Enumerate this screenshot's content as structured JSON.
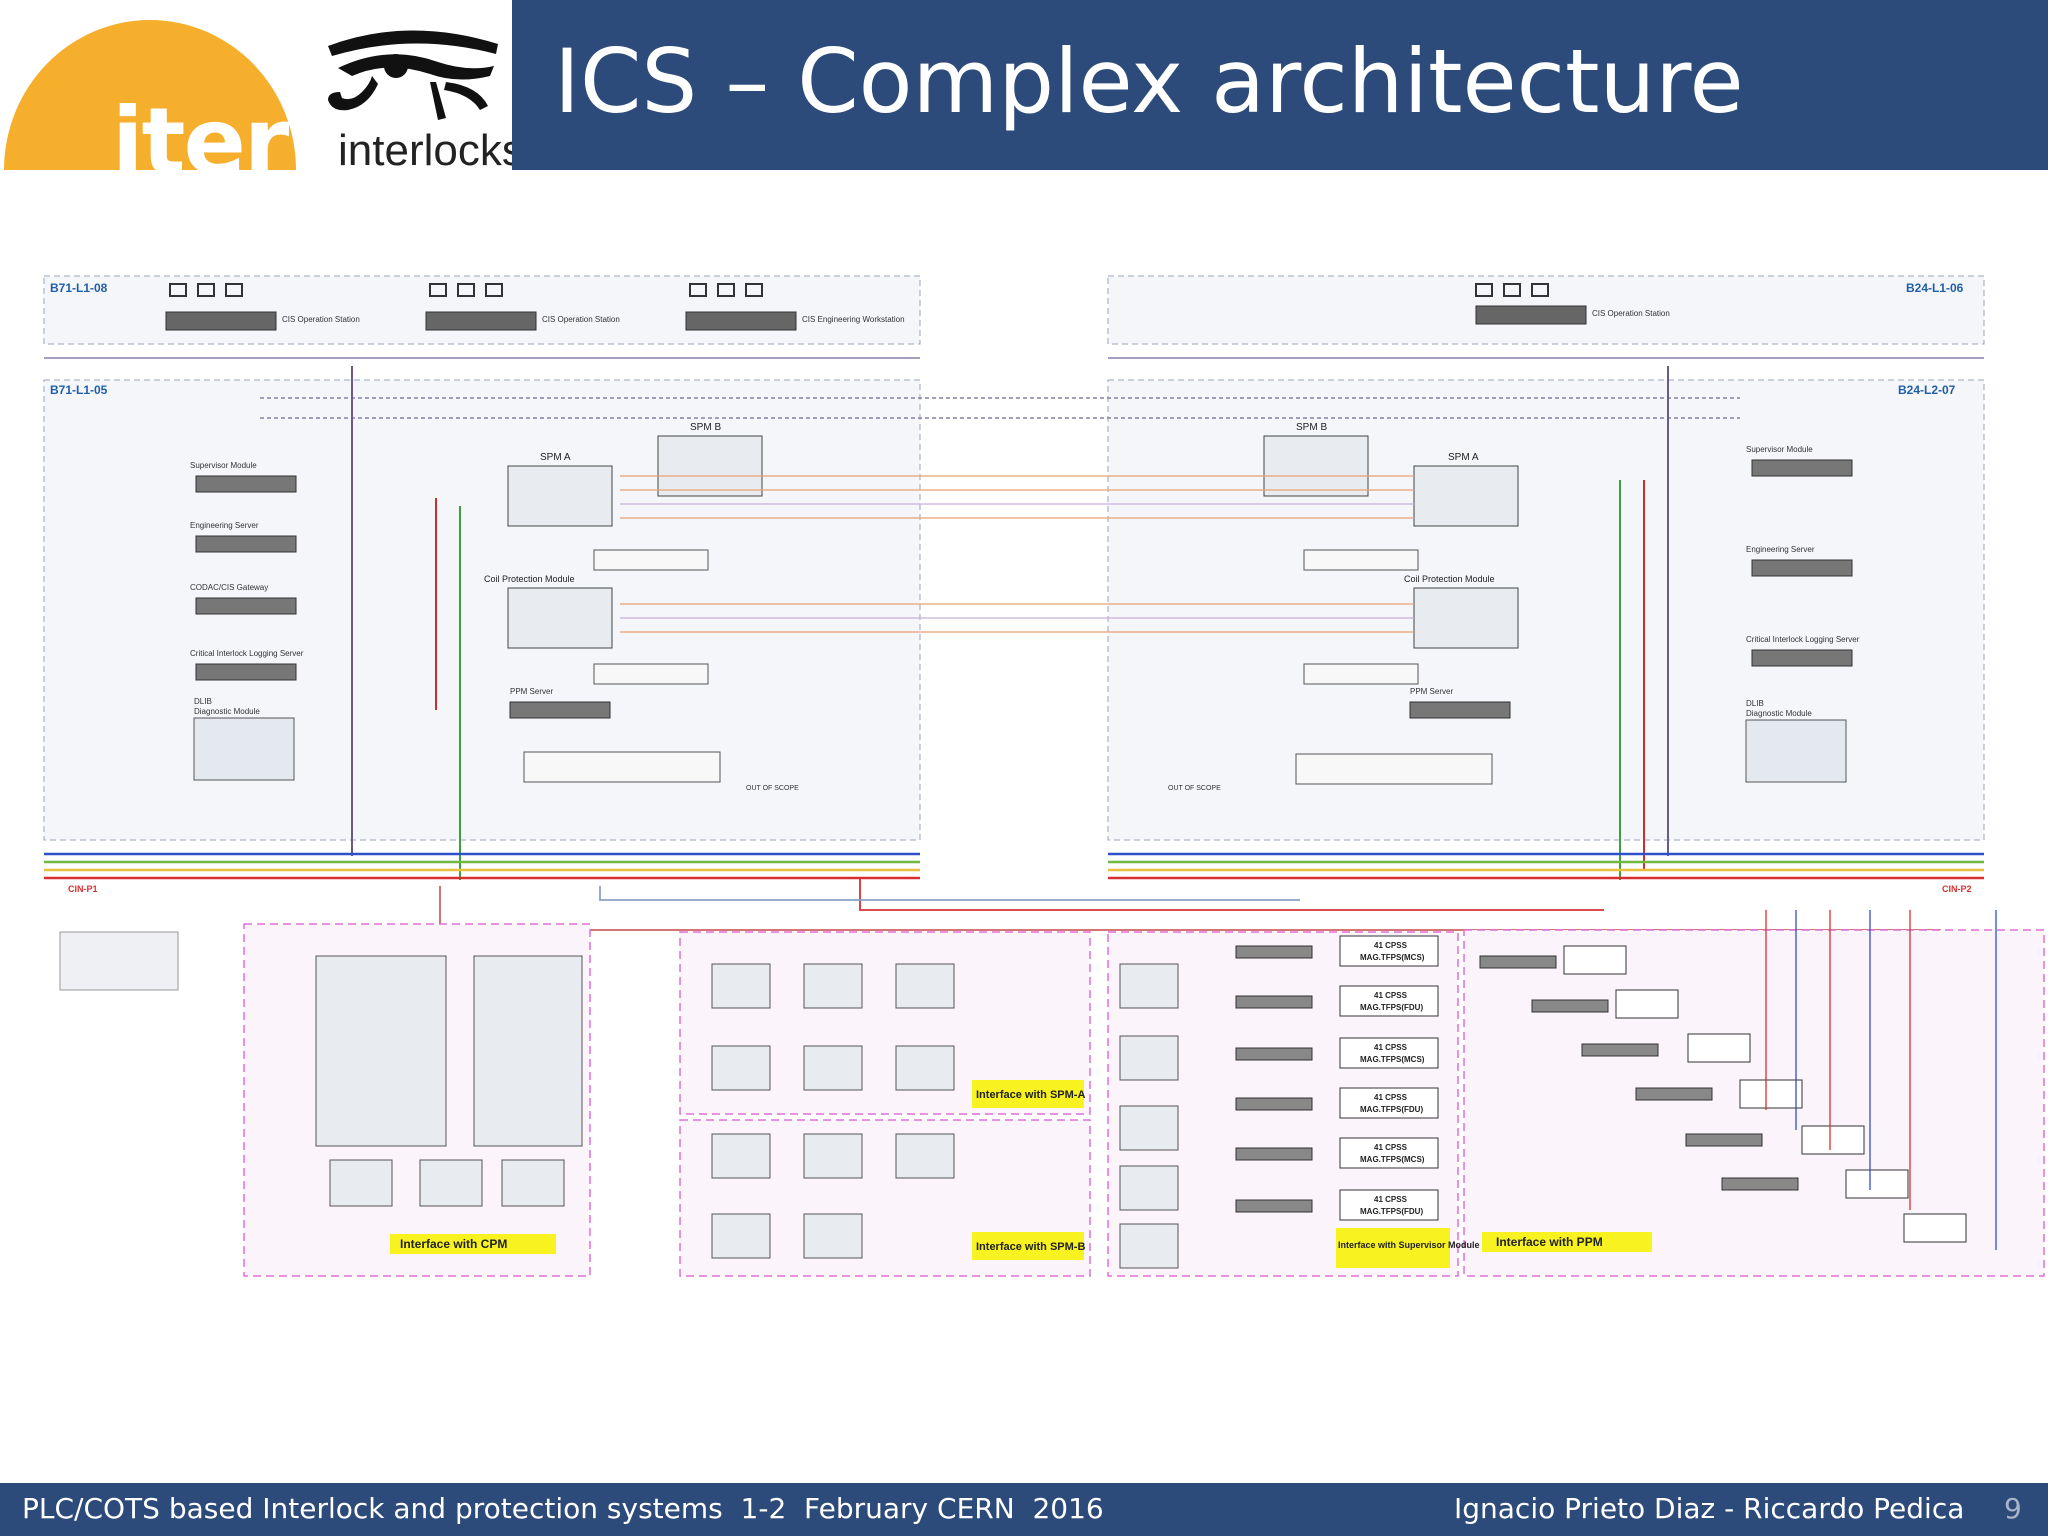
{
  "header": {
    "title": "ICS – Complex architecture",
    "logo_iter": "iter",
    "logo_interlocks": "interlocks"
  },
  "footer": {
    "left": "PLC/COTS based Interlock and protection systems  1-2  February CERN  2016",
    "right": "Ignacio Prieto Diaz - Riccardo Pedica",
    "page": "9"
  },
  "diagram": {
    "zones": {
      "left_top": "B71-L1-08",
      "left_main": "B71-L1-05",
      "right_top": "B24-L1-06",
      "right_main": "B24-L2-07"
    },
    "stations": {
      "cis_operation": "CIS Operation Station",
      "cis_engineering": "CIS Engineering Workstation"
    },
    "modules": {
      "spm_a": "SPM A",
      "spm_b": "SPM B",
      "coil_protection": "Coil Protection Module",
      "ppm_server": "PPM Server",
      "dlib": "DLIB",
      "dlib_diag": "Diagnostic Module",
      "supervisor": "Supervisor Module",
      "engineering_server": "Engineering Server",
      "codac_gateway": "CODAC/CIS Gateway",
      "critical_logging": "Critical Interlock Logging Server",
      "out_of_scope": "OUT OF SCOPE"
    },
    "networks": {
      "cin_p1": "CIN-P1",
      "cin_p2": "CIN-P2"
    },
    "interfaces": {
      "cpm": "Interface with CPM",
      "spm_a": "Interface with SPM-A",
      "spm_b": "Interface with SPM-B",
      "supervisor": "Interface with Supervisor Module",
      "ppm": "Interface with PPM"
    },
    "units": {
      "cpss": "41 CPSS",
      "mag_mcs": "MAG.TFPS(MCS)",
      "mag_fdu": "MAG.TFPS(FDU)"
    }
  }
}
